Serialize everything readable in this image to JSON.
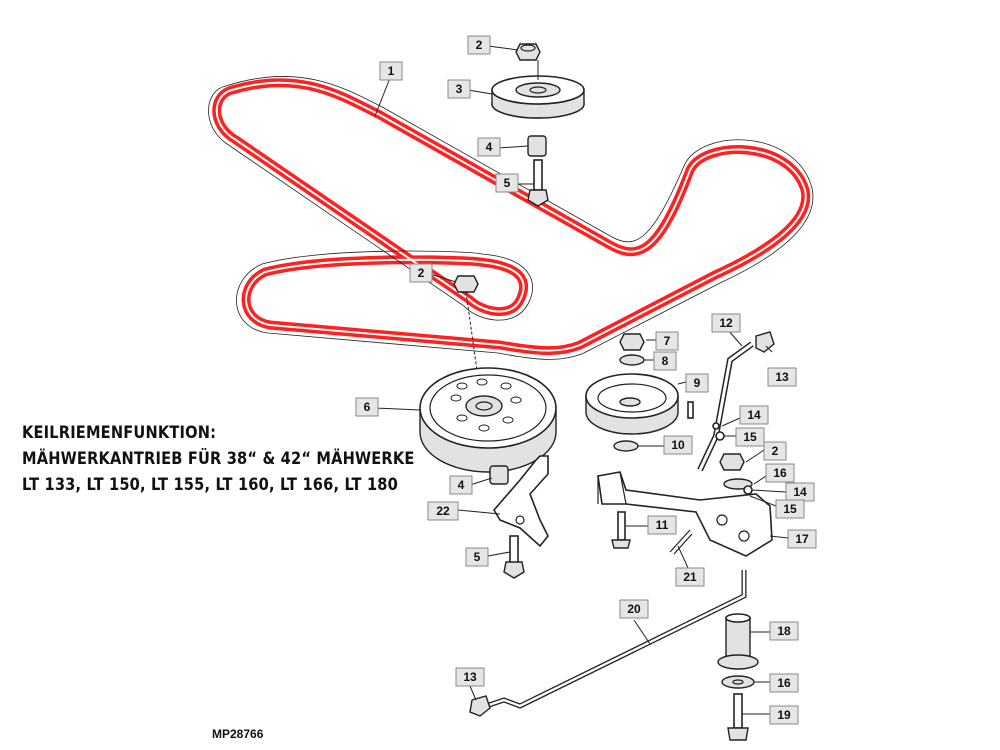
{
  "caption": {
    "line1": "KEILRIEMENFUNKTION:",
    "line2": "MÄHWERKANTRIEB FÜR 38“ & 42“ MÄHWERKE",
    "line3": "LT 133, LT 150, LT 155, LT 160, LT 166, LT 180"
  },
  "drawing_number": "MP28766",
  "highlight_color": "#ff2020",
  "callouts": [
    {
      "id": "c1",
      "label": "1"
    },
    {
      "id": "c2a",
      "label": "2"
    },
    {
      "id": "c3",
      "label": "3"
    },
    {
      "id": "c4a",
      "label": "4"
    },
    {
      "id": "c5a",
      "label": "5"
    },
    {
      "id": "c2b",
      "label": "2"
    },
    {
      "id": "c6",
      "label": "6"
    },
    {
      "id": "c4b",
      "label": "4"
    },
    {
      "id": "c22",
      "label": "22"
    },
    {
      "id": "c5b",
      "label": "5"
    },
    {
      "id": "c7",
      "label": "7"
    },
    {
      "id": "c8",
      "label": "8"
    },
    {
      "id": "c9",
      "label": "9"
    },
    {
      "id": "c10",
      "label": "10"
    },
    {
      "id": "c12",
      "label": "12"
    },
    {
      "id": "c13a",
      "label": "13"
    },
    {
      "id": "c14a",
      "label": "14"
    },
    {
      "id": "c15a",
      "label": "15"
    },
    {
      "id": "c2c",
      "label": "2"
    },
    {
      "id": "c16a",
      "label": "16"
    },
    {
      "id": "c14b",
      "label": "14"
    },
    {
      "id": "c15b",
      "label": "15"
    },
    {
      "id": "c17",
      "label": "17"
    },
    {
      "id": "c11",
      "label": "11"
    },
    {
      "id": "c21",
      "label": "21"
    },
    {
      "id": "c20",
      "label": "20"
    },
    {
      "id": "c18",
      "label": "18"
    },
    {
      "id": "c16b",
      "label": "16"
    },
    {
      "id": "c13b",
      "label": "13"
    },
    {
      "id": "c19",
      "label": "19"
    }
  ]
}
